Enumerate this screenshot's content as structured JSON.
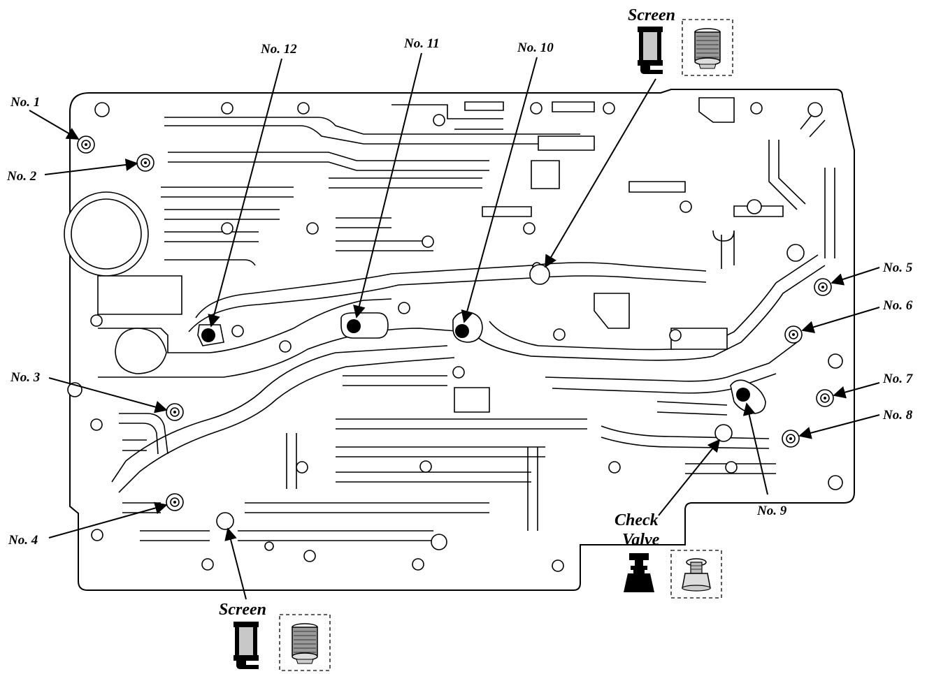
{
  "labels": {
    "no1": "No. 1",
    "no2": "No. 2",
    "no3": "No. 3",
    "no4": "No. 4",
    "no5": "No. 5",
    "no6": "No. 6",
    "no7": "No. 7",
    "no8": "No. 8",
    "no9": "No. 9",
    "no10": "No. 10",
    "no11": "No. 11",
    "no12": "No. 12",
    "screen_top": "Screen",
    "screen_bottom": "Screen",
    "check_valve_line1": "Check",
    "check_valve_line2": "Valve"
  },
  "colors": {
    "ink": "#000000",
    "paper": "#ffffff",
    "screen_mesh": "#c8c8c8"
  }
}
